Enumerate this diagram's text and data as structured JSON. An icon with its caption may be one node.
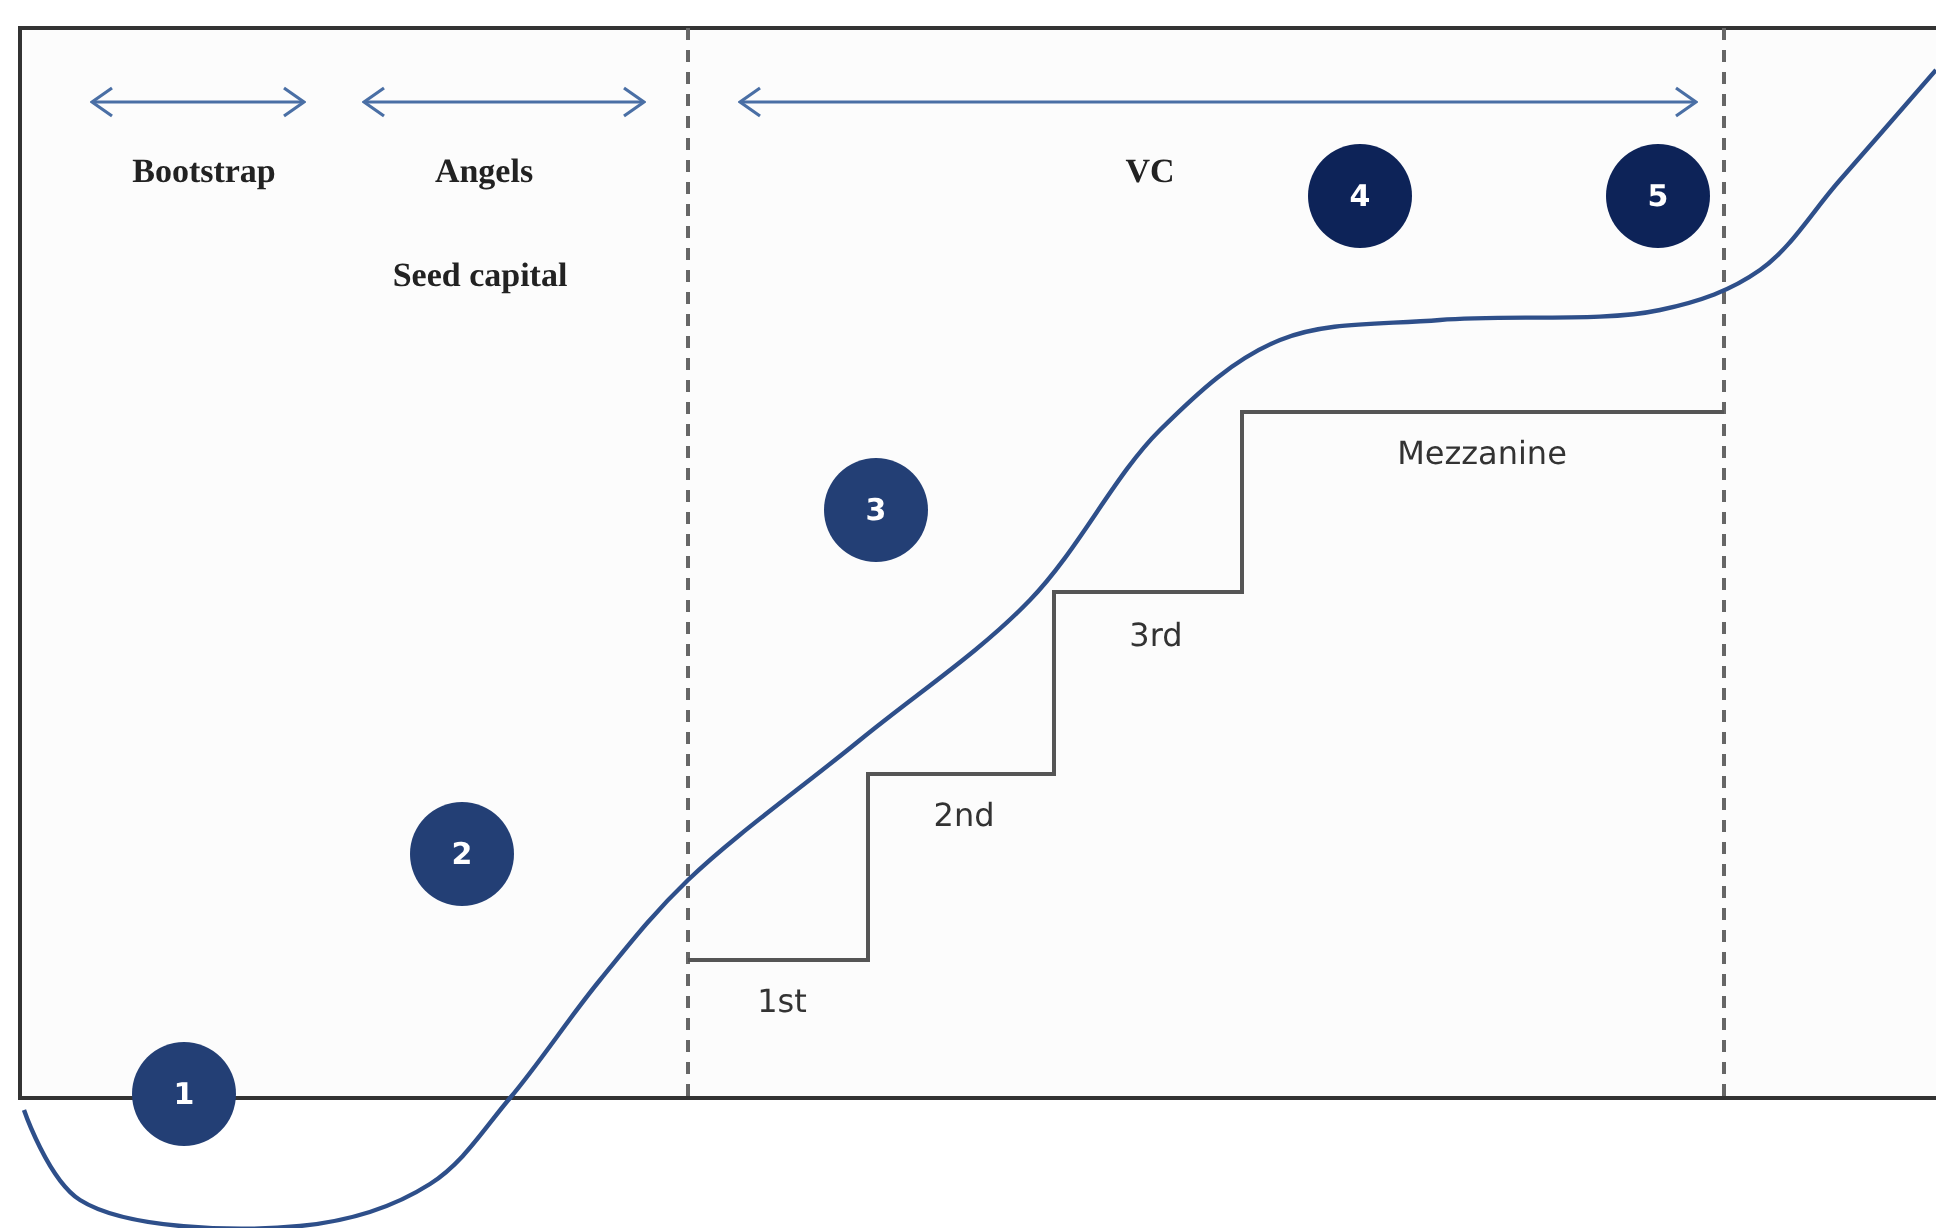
{
  "diagram": {
    "nodes": [
      {
        "text": [
          "1"
        ]
      },
      {
        "text": [
          "2"
        ]
      },
      {
        "text": [
          "3"
        ]
      },
      {
        "text": [
          "4"
        ]
      },
      {
        "text": [
          "5"
        ]
      }
    ],
    "labels": [
      "Bootstrap",
      "Angels",
      "Seed capital",
      "VC",
      "Mezzanine",
      "3rd",
      "2nd",
      "1st"
    ]
  }
}
